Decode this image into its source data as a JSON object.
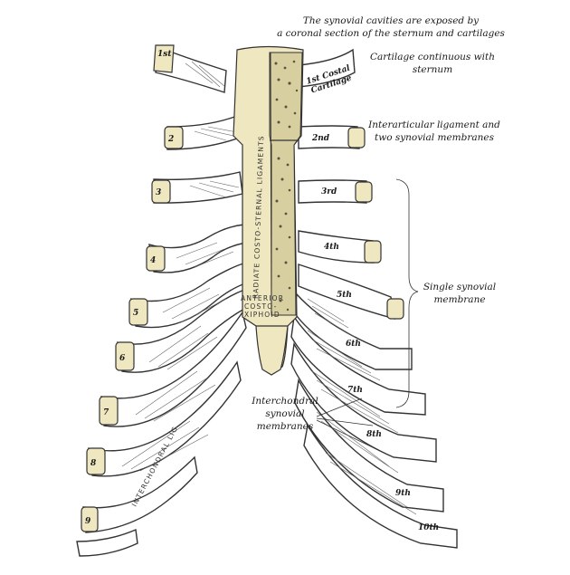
{
  "annotations": {
    "coronal_section": [
      "The synovial cavities are exposed by",
      "a coronal section of the sternum and cartilages"
    ],
    "cartilage_continuous": [
      "Cartilage continuous with",
      "sternum"
    ],
    "interarticular": [
      "Interarticular ligament and",
      "two synovial membranes"
    ],
    "single_synovial": [
      "Single synovial",
      "membrane"
    ],
    "interchondral": [
      "Interchondral",
      "synovial",
      "membranes"
    ]
  },
  "labels": {
    "first_costal_cartilage": [
      "1st Costal",
      "Cartilage"
    ],
    "costosternal_ligaments": "RADIATE COSTO-STERNAL LIGAMENTS",
    "anterior_costoxiphoid": [
      "ANTERIOR",
      "COSTO-",
      "XIPHOID"
    ],
    "interchondral_lig": "INTERCHONDRAL LIG."
  },
  "rib_numbers_left": [
    "1st",
    "2",
    "3",
    "4",
    "5",
    "6",
    "7",
    "8",
    "9"
  ],
  "rib_numbers_right": [
    "2nd",
    "3rd",
    "4th",
    "5th",
    "6th",
    "7th",
    "8th",
    "9th",
    "10th"
  ],
  "colors": {
    "cartilage": "#efe7c0",
    "bone": "#ffffff",
    "ink": "#333333"
  }
}
